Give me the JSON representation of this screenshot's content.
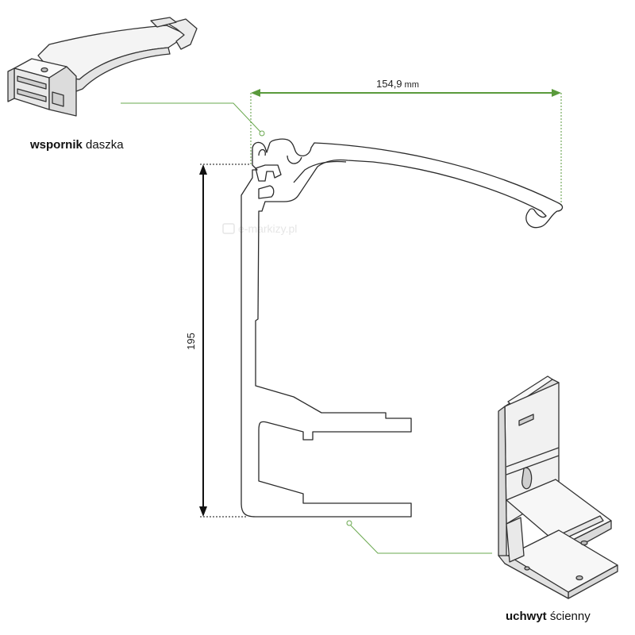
{
  "diagram": {
    "width_dimension": {
      "value": "154,9",
      "unit": "mm"
    },
    "height_dimension": {
      "value": "195"
    },
    "watermark": "e-markizy.pl",
    "parts": {
      "roof_bracket": {
        "bold": "wspornik",
        "normal": "daszka"
      },
      "wall_holder": {
        "bold": "uchwyt",
        "normal": "ścienny"
      }
    },
    "colors": {
      "dimension_line": "#5a9a3c",
      "leader_line": "#6aa84f",
      "profile_stroke": "#2b2b2b",
      "dimension_arrow": "#111111"
    }
  }
}
